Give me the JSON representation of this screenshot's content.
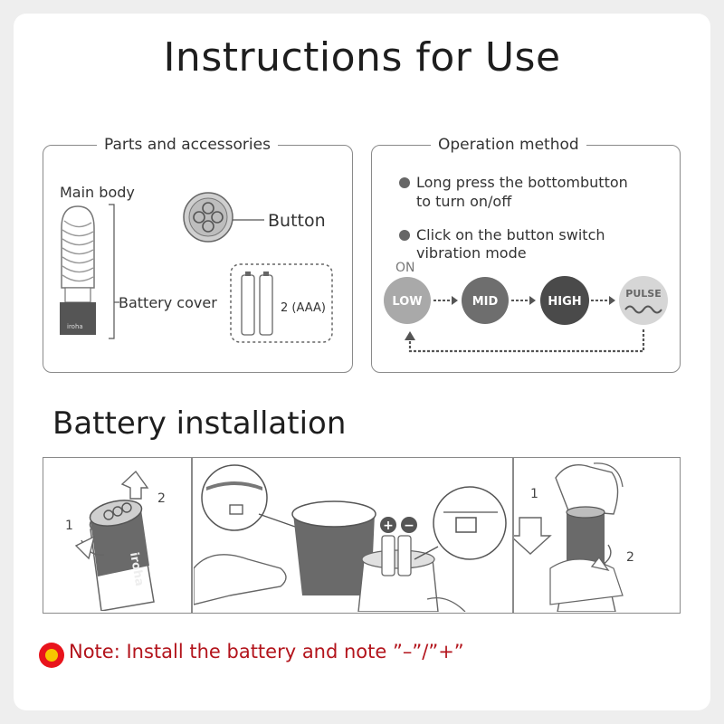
{
  "title": "Instructions for Use",
  "parts": {
    "legend": "Parts and accessories",
    "main_body": "Main body",
    "button": "Button",
    "battery_cover": "Battery cover",
    "batteries": "2 (AAA)",
    "device_logo": "iroha"
  },
  "operation": {
    "legend": "Operation method",
    "step1_line1": "Long press the bottombutton",
    "step1_line2": "to turn on/off",
    "step2_line1": "Click on the button switch",
    "step2_line2": "vibration mode",
    "on_label": "ON",
    "modes": [
      {
        "label": "LOW",
        "color": "#a9a9a9"
      },
      {
        "label": "MID",
        "color": "#6e6e6e"
      },
      {
        "label": "HIGH",
        "color": "#4a4a4a"
      },
      {
        "label": "PULSE",
        "color": "#d6d6d6"
      }
    ]
  },
  "battery_installation": {
    "heading": "Battery installation",
    "step_1": "1",
    "step_2": "2",
    "plus": "+",
    "minus": "−",
    "logo": "iroha",
    "note": "Note: Install the battery and note ”–”/”+”"
  },
  "colors": {
    "note_red": "#b3141c",
    "note_dot_outer": "#e8141c",
    "note_dot_inner": "#f7c600"
  }
}
